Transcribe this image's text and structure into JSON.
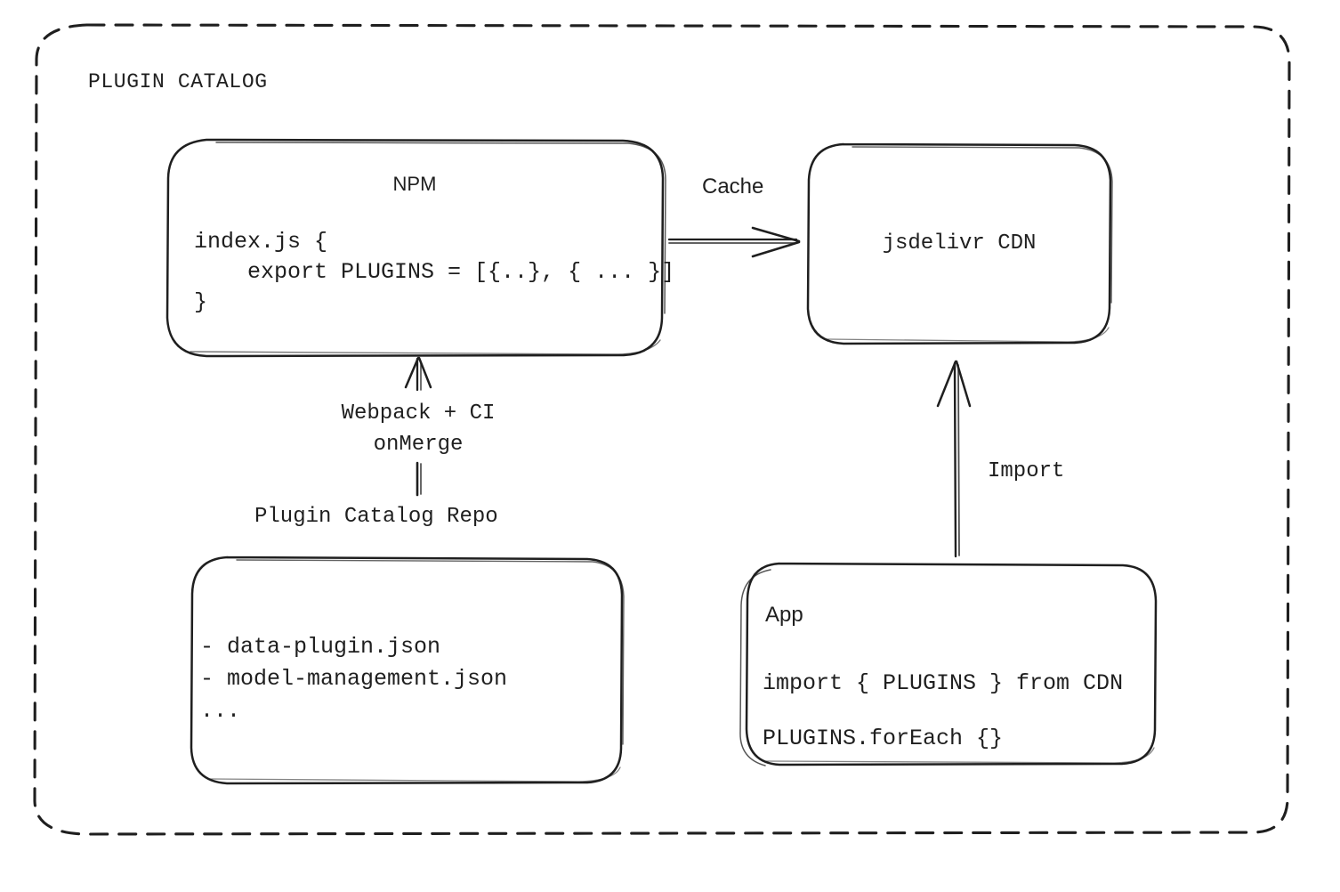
{
  "frame": {
    "title": "PLUGIN CATALOG",
    "border_style": "dashed",
    "border_color": "#1f1f1f"
  },
  "palette": {
    "stroke": "#1f1f1f",
    "background": "#ffffff",
    "text": "#1f1f1f"
  },
  "nodes": {
    "npm": {
      "title": "NPM",
      "code_lines": [
        "index.js {",
        "    export PLUGINS = [{..}, { ... }]",
        "}"
      ],
      "code_text": "index.js {\n    export PLUGINS = [{..}, { ... }]\n}"
    },
    "cdn": {
      "title": "jsdelivr CDN"
    },
    "repo": {
      "caption": "Plugin Catalog Repo",
      "file_lines": [
        "- data-plugin.json",
        "- model-management.json",
        "..."
      ],
      "file_text": "- data-plugin.json\n- model-management.json\n..."
    },
    "app": {
      "title": "App",
      "code_lines": [
        "import { PLUGINS } from CDN",
        "PLUGINS.forEach {}"
      ],
      "code_text": "import { PLUGINS } from CDN\nPLUGINS.forEach {}"
    }
  },
  "edges": {
    "cache": {
      "label": "Cache",
      "from": "npm",
      "to": "cdn",
      "direction": "right"
    },
    "webpack": {
      "label": "Webpack + CI\nonMerge",
      "label_line_1": "Webpack + CI",
      "label_line_2": "onMerge",
      "from": "repo",
      "to": "npm",
      "direction": "up"
    },
    "import": {
      "label": "Import",
      "from": "app",
      "to": "cdn",
      "direction": "up"
    }
  }
}
